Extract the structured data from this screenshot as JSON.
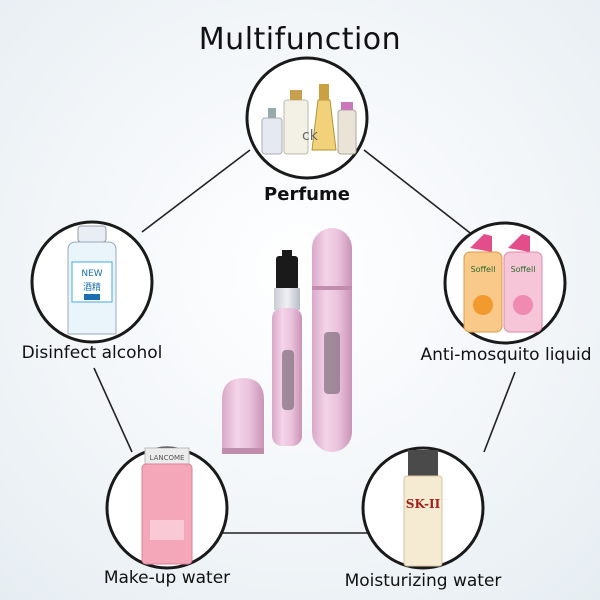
{
  "title": "Multifunction",
  "uses": [
    {
      "id": "perfume",
      "label": "Perfume"
    },
    {
      "id": "disinfect",
      "label": "Disinfect alcohol"
    },
    {
      "id": "mosquito",
      "label": "Anti-mosquito liquid"
    },
    {
      "id": "makeup",
      "label": "Make-up water"
    },
    {
      "id": "moisturizing",
      "label": "Moisturizing water"
    }
  ],
  "product_texts": {
    "alcohol_brand": "NEW",
    "alcohol_cn": "酒精",
    "mosquito_brand": "Soffell",
    "makeup_brand": "LANCOME",
    "sk_brand": "SK-II"
  },
  "colors": {
    "bottle_pink": "#e7bcd8",
    "ring": "#1a1a1a",
    "connector": "#222222"
  }
}
